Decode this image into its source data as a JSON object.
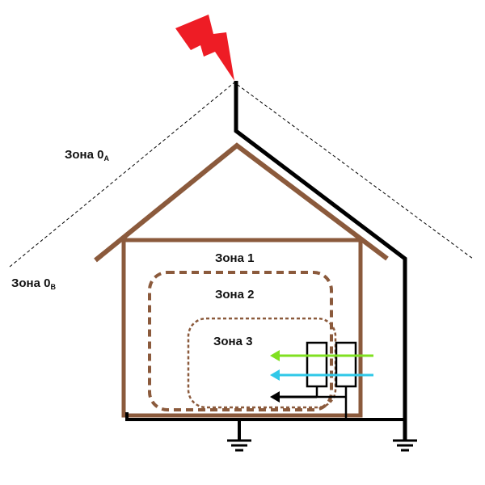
{
  "zones": {
    "zone_0a": {
      "label": "Зона 0",
      "sub": "A"
    },
    "zone_0b": {
      "label": "Зона 0",
      "sub": "B"
    },
    "zone_1": {
      "label": "Зона 1"
    },
    "zone_2": {
      "label": "Зона 2"
    },
    "zone_3": {
      "label": "Зона 3"
    }
  },
  "colors": {
    "house": "#8B5A3C",
    "conductor": "#000000",
    "lightning": "#EE1C25",
    "arrow_green": "#80E020",
    "arrow_cyan": "#30C8E8",
    "arrow_black": "#000000",
    "protection_boundary": "#000000"
  },
  "icons": [
    "lightning-icon",
    "ground-icon",
    "ground-icon"
  ]
}
